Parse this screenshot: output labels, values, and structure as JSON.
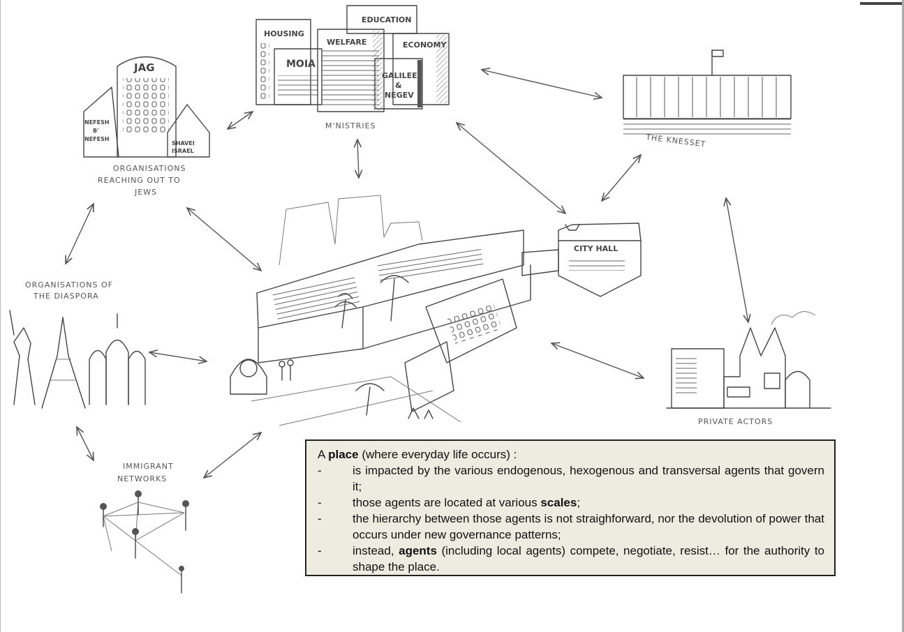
{
  "labels": {
    "ministries": "M'NISTRIES",
    "ministry_housing": "HOUSING",
    "ministry_education": "EDUCATION",
    "ministry_welfare": "WELFARE",
    "ministry_economy": "ECONOMY",
    "ministry_moia": "MOIA",
    "ministry_galilee_1": "GALILEE",
    "ministry_galilee_2": "&",
    "ministry_galilee_3": "NEGEV",
    "knesset": "THE KNESSET",
    "jag": "JAG",
    "nefesh_1": "NEFESH",
    "nefesh_2": "B'",
    "nefesh_3": "NEFESH",
    "shavei_1": "SHAVEI",
    "shavei_2": "ISRAEL",
    "org_jews_1": "ORGANISATIONS",
    "org_jews_2": "REACHING OUT TO",
    "org_jews_3": "JEWS",
    "org_diaspora_1": "ORGANISATIONS OF",
    "org_diaspora_2": "THE DIASPORA",
    "city_hall": "CITY HALL",
    "private_actors": "PRIVATE ACTORS",
    "immigrant_1": "IMMIGRANT",
    "immigrant_2": "NETWORKS"
  },
  "textbox": {
    "intro_a": "A ",
    "intro_b": "place",
    "intro_c": " (where everyday life occurs) :",
    "b1": "is impacted by the various endogenous, hexogenous and transversal agents that govern it;",
    "b2_a": "those agents are located at various ",
    "b2_b": "scales",
    "b2_c": ";",
    "b3": "the hierarchy between those agents is not straighforward, nor the devolution of power that occurs under new governance patterns;",
    "b4_a": "instead, ",
    "b4_b": "agents",
    "b4_c": " (including local agents) compete, negotiate, resist… for the authority to shape the place."
  }
}
